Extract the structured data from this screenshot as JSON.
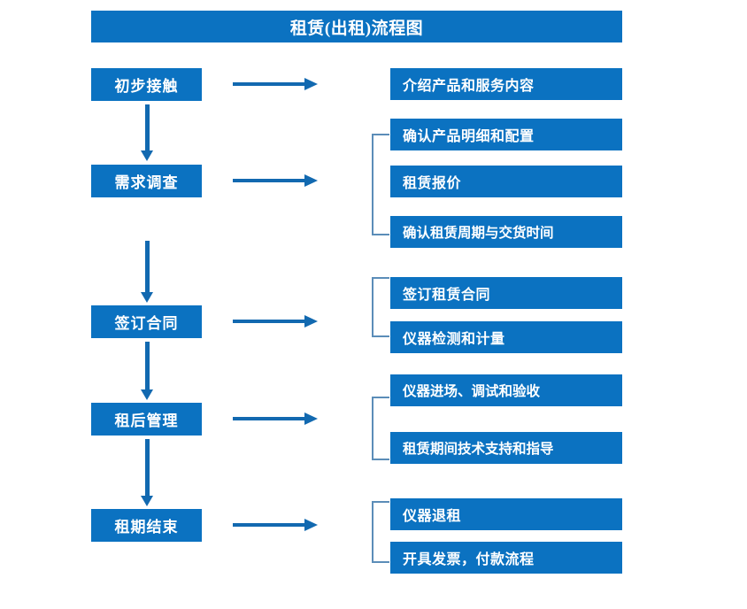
{
  "header": {
    "title": "租赁(出租)流程图"
  },
  "colors": {
    "box_blue": "#0B72C1",
    "arrow_blue": "#1269B0",
    "bracket_blue": "#5B8DB8",
    "text_white": "#FFFFFF",
    "background": "#FFFFFF"
  },
  "stages": [
    {
      "label": "初步接触"
    },
    {
      "label": "需求调查"
    },
    {
      "label": "签订合同"
    },
    {
      "label": "租后管理"
    },
    {
      "label": "租期结束"
    }
  ],
  "details": [
    {
      "label": "介绍产品和服务内容"
    },
    {
      "label": "确认产品明细和配置"
    },
    {
      "label": "租赁报价"
    },
    {
      "label": "确认租赁周期与交货时间"
    },
    {
      "label": "签订租赁合同"
    },
    {
      "label": "仪器检测和计量"
    },
    {
      "label": "仪器进场、调试和验收"
    },
    {
      "label": "租赁期间技术支持和指导"
    },
    {
      "label": "仪器退租"
    },
    {
      "label": "开具发票，付款流程"
    }
  ],
  "chart_data": {
    "type": "diagram",
    "title": "租赁(出租)流程图",
    "orientation": "vertical-with-branches",
    "nodes": [
      {
        "stage": "初步接触",
        "outputs": [
          "介绍产品和服务内容"
        ],
        "grouped": false
      },
      {
        "stage": "需求调查",
        "outputs": [
          "确认产品明细和配置",
          "租赁报价",
          "确认租赁周期与交货时间"
        ],
        "grouped": true
      },
      {
        "stage": "签订合同",
        "outputs": [
          "签订租赁合同",
          "仪器检测和计量"
        ],
        "grouped": true
      },
      {
        "stage": "租后管理",
        "outputs": [
          "仪器进场、调试和验收",
          "租赁期间技术支持和指导"
        ],
        "grouped": true
      },
      {
        "stage": "租期结束",
        "outputs": [
          "仪器退租",
          "开具发票，付款流程"
        ],
        "grouped": true
      }
    ],
    "edges": [
      {
        "from": "初步接触",
        "to": "需求调查",
        "direction": "down"
      },
      {
        "from": "需求调查",
        "to": "签订合同",
        "direction": "down"
      },
      {
        "from": "签订合同",
        "to": "租后管理",
        "direction": "down"
      },
      {
        "from": "租后管理",
        "to": "租期结束",
        "direction": "down"
      }
    ]
  }
}
